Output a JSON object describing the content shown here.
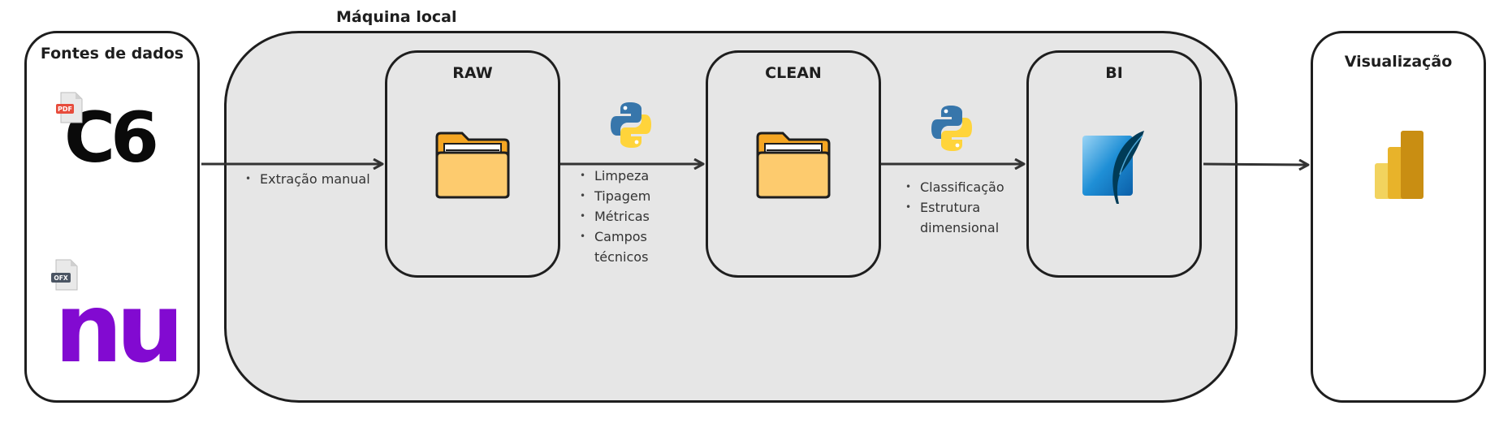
{
  "sources": {
    "title": "Fontes de dados",
    "c6_logo_text": "C6",
    "c6_file_tag": "PDF",
    "nu_logo_text": "nu",
    "nu_file_tag": "OFX"
  },
  "local_machine": {
    "title": "Máquina local"
  },
  "stages": {
    "raw": "RAW",
    "clean": "CLEAN",
    "bi": "BI"
  },
  "steps": {
    "extraction": [
      "Extração manual"
    ],
    "raw_to_clean": [
      "Limpeza",
      "Tipagem",
      "Métricas",
      "Campos técnicos"
    ],
    "clean_to_bi": [
      "Classificação",
      "Estrutura dimensional"
    ]
  },
  "visualization": {
    "title": "Visualização"
  },
  "icons": {
    "python": "python-icon",
    "folder": "folder-icon",
    "sqlite": "sqlite-feather-icon",
    "powerbi": "power-bi-icon"
  },
  "colors": {
    "c6_black": "#0a0a0a",
    "nubank_purple": "#820ad1",
    "folder_yellow": "#fdcb6e",
    "python_blue": "#3776ab",
    "python_yellow": "#ffd43b",
    "sqlite_blue": "#0f80cc",
    "powerbi_gold": "#e8b32a"
  }
}
